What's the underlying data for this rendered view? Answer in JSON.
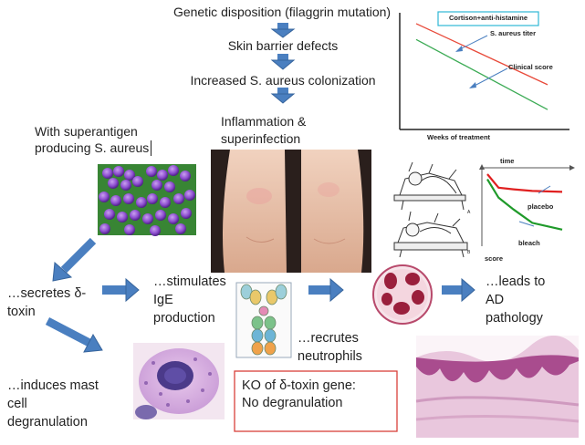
{
  "flow": {
    "step1": "Genetic disposition (filaggrin mutation)",
    "step2": "Skin barrier defects",
    "step3": "Increased S. aureus colonization",
    "step4_line1": "Inflammation &",
    "step4_line2": "superinfection"
  },
  "superantigen": {
    "line1": "With superantigen",
    "line2": "producing S. aureus"
  },
  "nodes": {
    "secretes_l1": "…secretes δ-",
    "secretes_l2": "toxin",
    "stimulates_l1": "…stimulates",
    "stimulates_l2": "IgE",
    "stimulates_l3": "production",
    "recrutes_l1": "…recrutes",
    "recrutes_l2": "neutrophils",
    "leads_l1": "…leads to",
    "leads_l2": "AD",
    "leads_l3": "pathology",
    "induces_l1": "…induces mast",
    "induces_l2": "cell",
    "induces_l3": "degranulation"
  },
  "ko_box": {
    "line1": "KO of δ-toxin gene:",
    "line2": "No degranulation"
  },
  "chart_data": [
    {
      "type": "line",
      "title": "Cortison+anti-histamine",
      "xlabel": "Weeks of treatment",
      "ylabel": "",
      "series": [
        {
          "name": "S. aureus titer",
          "x": [
            0,
            1
          ],
          "values": [
            0.92,
            0.38
          ]
        },
        {
          "name": "Clinical score",
          "x": [
            0,
            1
          ],
          "values": [
            0.78,
            0.16
          ]
        }
      ]
    },
    {
      "type": "line",
      "title": "",
      "xlabel": "time",
      "ylabel": "score",
      "series": [
        {
          "name": "placebo",
          "x": [
            0,
            0.15,
            0.35,
            0.6,
            1
          ],
          "values": [
            0.88,
            0.72,
            0.7,
            0.68,
            0.67
          ]
        },
        {
          "name": "bleach",
          "x": [
            0,
            0.15,
            0.35,
            0.6,
            1
          ],
          "values": [
            0.82,
            0.6,
            0.46,
            0.3,
            0.22
          ]
        }
      ]
    }
  ],
  "chart_labels": {
    "c1_title": "Cortison+anti-histamine",
    "c1_xlabel": "Weeks of treatment",
    "c1_s1": "S. aureus titer",
    "c1_s2": "Clinical score",
    "c2_time": "time",
    "c2_score": "score",
    "c2_placebo": "placebo",
    "c2_bleach": "bleach",
    "c2_a": "A",
    "c2_b": "B"
  },
  "colors": {
    "arrow": "#4a7fc0",
    "arrow_stroke": "#36649c",
    "red_line": "#e84a3a",
    "green_line": "#3cab55",
    "ko_border": "#d9403a",
    "title_box_border": "#2fb8d6"
  }
}
